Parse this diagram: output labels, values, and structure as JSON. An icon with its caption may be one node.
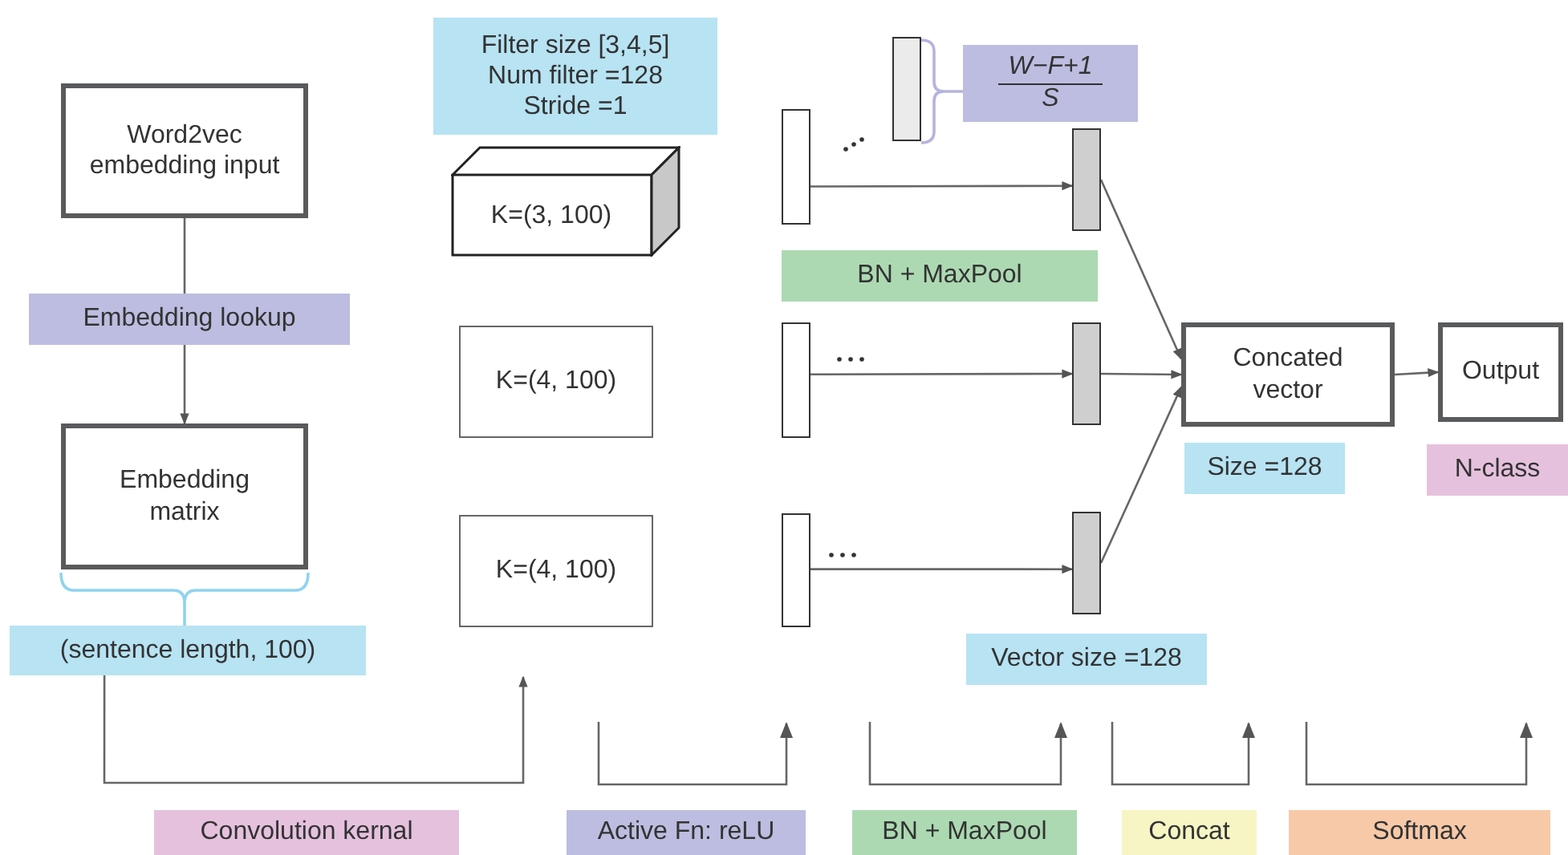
{
  "diagram": {
    "nodes": [
      {
        "text": [
          "Word2vec embedding input"
        ]
      },
      {
        "text": [
          "Embedding lookup"
        ]
      },
      {
        "text": [
          "Embedding matrix"
        ]
      },
      {
        "text": [
          "(sentence length, 100)"
        ]
      },
      {
        "text": [
          "Filter size [3,4,5] Num filter =128 Stride =1"
        ]
      },
      {
        "text": [
          "K=(3, 100)"
        ]
      },
      {
        "text": [
          "K=(4, 100)"
        ]
      },
      {
        "text": [
          "K=(4, 100)"
        ]
      },
      {
        "text": [],
        "shape": "bar"
      },
      {
        "text": [],
        "shape": "bar"
      },
      {
        "text": [],
        "shape": "bar"
      },
      {
        "text": [],
        "shape": "bar"
      },
      {
        "text": [
          "W−F+1",
          "S"
        ]
      },
      {
        "text": [],
        "shape": "bar"
      },
      {
        "text": [],
        "shape": "bar"
      },
      {
        "text": [],
        "shape": "bar"
      },
      {
        "text": [
          "BN + MaxPool"
        ]
      },
      {
        "text": [
          "Concated vector"
        ]
      },
      {
        "text": [
          "Output"
        ]
      },
      {
        "text": [
          "Size =128"
        ]
      },
      {
        "text": [
          "N-class"
        ]
      },
      {
        "text": [
          "Vector size =128"
        ]
      },
      {
        "text": [
          "Convolution kernal"
        ]
      },
      {
        "text": [
          "Active Fn: reLU"
        ]
      },
      {
        "text": [
          "BN + MaxPool"
        ]
      },
      {
        "text": [
          "Concat"
        ]
      },
      {
        "text": [
          "Softmax"
        ]
      }
    ],
    "edges": [
      {
        "from": 0,
        "to": 1,
        "arrow": "none"
      },
      {
        "from": 1,
        "to": 2,
        "arrow": "to"
      },
      {
        "from": 3,
        "to": null,
        "arrow": "to"
      },
      {
        "from": 8,
        "to": 13,
        "arrow": "to"
      },
      {
        "from": 9,
        "to": 14,
        "arrow": "to"
      },
      {
        "from": 10,
        "to": 15,
        "arrow": "to"
      },
      {
        "from": 13,
        "to": 17,
        "arrow": "to"
      },
      {
        "from": 14,
        "to": 17,
        "arrow": "to"
      },
      {
        "from": 15,
        "to": 17,
        "arrow": "to"
      },
      {
        "from": 17,
        "to": 18,
        "arrow": "to"
      }
    ]
  }
}
